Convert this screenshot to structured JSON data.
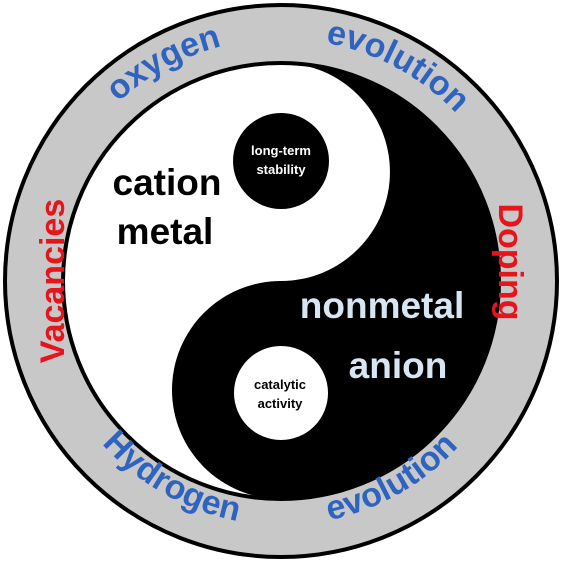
{
  "ring": {
    "top_left": "oxygen",
    "top_right": "evolution",
    "left": "Vacancies",
    "right": "Doping",
    "bottom_left": "Hydrogen",
    "bottom_right": "evolution"
  },
  "yin": {
    "label_line1": "cation",
    "label_line2": "metal",
    "dot_line1": "long-term",
    "dot_line2": "stability"
  },
  "yang": {
    "label_line1": "nonmetal",
    "label_line2": "anion",
    "dot_line1": "catalytic",
    "dot_line2": "activity"
  },
  "colors": {
    "ring_fill": "#c8c8c8",
    "outline": "#000000",
    "blue_text": "#2f63c0",
    "red_text": "#e8141c",
    "yang_text": "#d8e6f4",
    "white": "#ffffff",
    "black": "#000000"
  }
}
